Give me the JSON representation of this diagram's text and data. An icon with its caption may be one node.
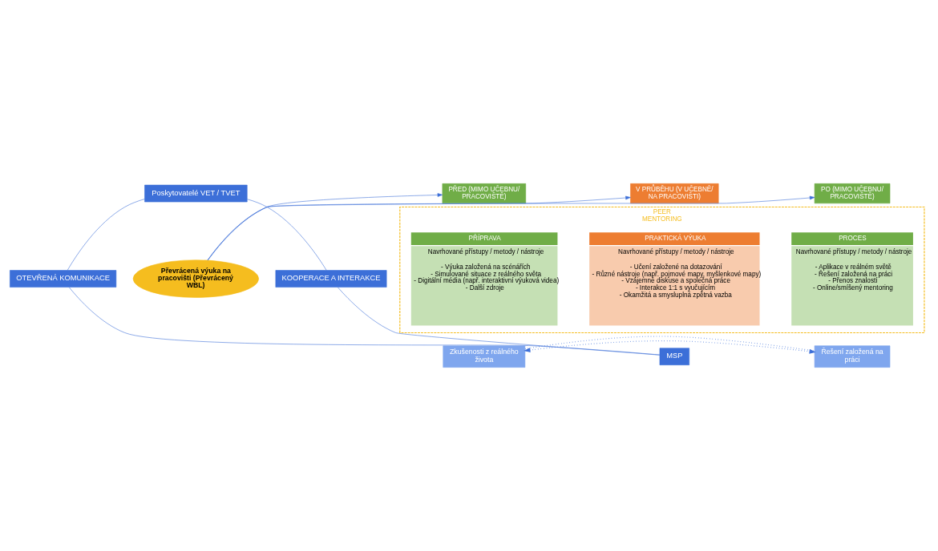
{
  "diagram": {
    "nodes": [
      {
        "text": [
          "Poskytovatelé VET / TVET"
        ]
      },
      {
        "text": [
          "OTEVŘENÁ KOMUNIKACE"
        ]
      },
      {
        "text": [
          "KOOPERACE A INTERAKCE"
        ]
      },
      {
        "text": [
          "MSP"
        ]
      },
      {
        "text": [
          "Převrácená výuka na pracovišti (Převrácený WBL)"
        ]
      },
      {
        "text": [
          "PŘED (MIMO UČEBNU/ PRACOVIŠTĚ)"
        ]
      },
      {
        "text": [
          "V PRŮBĚHU (V UČEBNĚ/ NA PRACOVIŠTI)"
        ]
      },
      {
        "text": [
          "PO (MIMO UČEBNU/ PRACOVIŠTĚ)"
        ]
      },
      {
        "text": [
          "PEER",
          "MENTORING"
        ]
      },
      {
        "text": [
          "PŘÍPRAVA",
          "Navrhované přístupy / metody / nástroje",
          "- Výuka založená na scénářích",
          "- Simulované situace z reálného světa",
          "- Digitální média (např. interaktivní výuková videa)",
          "- Další zdroje"
        ],
        "in": 8
      },
      {
        "text": [
          "PRAKTICKÁ VÝUKA",
          "Navrhované přístupy / metody / nástroje",
          "- Učení založené na dotazování",
          "- Různé nástroje (např. pojmové mapy, myšlenkové mapy)",
          "- Vzájemné diskuse a společná práce",
          "- Interakce 1:1 s vyučujícím",
          "- Okamžitá a smysluplná zpětná vazba"
        ],
        "in": 8
      },
      {
        "text": [
          "PROCES",
          "Navrhované přístupy / metody / nástroje",
          "- Aplikace v reálném světě",
          "- Řešení založená na práci",
          "- Přenos znalostí",
          "- Online/smíšený mentoring"
        ],
        "in": 8
      },
      {
        "text": [
          "Zkušenosti z reálného života"
        ]
      },
      {
        "text": [
          "Řešení založená na práci"
        ]
      }
    ],
    "edges": [
      {
        "from": 4,
        "to": 5,
        "arrow": "to"
      },
      {
        "from": 4,
        "to": 6,
        "arrow": "to"
      },
      {
        "from": 4,
        "to": 7,
        "arrow": "to"
      },
      {
        "from": 0,
        "to": 1,
        "arrow": "none"
      },
      {
        "from": 0,
        "to": 2,
        "arrow": "none"
      },
      {
        "from": 1,
        "to": 3,
        "arrow": "none"
      },
      {
        "from": 2,
        "to": 3,
        "arrow": "none"
      },
      {
        "from": 12,
        "to": 13,
        "arrow": "both",
        "style": "dashed"
      },
      {
        "from": 12,
        "to": 13,
        "arrow": "none",
        "style": "dashed"
      }
    ]
  }
}
